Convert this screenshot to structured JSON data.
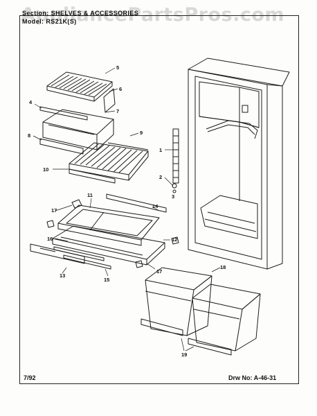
{
  "header": {
    "section_label": "Section:",
    "section_value": "SHELVES & ACCESSORIES",
    "model_label": "Model:",
    "model_value": "RS21K(S)"
  },
  "watermark": "AppliancePartsPros.com",
  "footer": {
    "date": "7/92",
    "drawing_label": "Drw No:",
    "drawing_value": "A-46-31"
  },
  "callouts": [
    "1",
    "2",
    "3",
    "4",
    "5",
    "6",
    "7",
    "8",
    "9",
    "10",
    "11",
    "12",
    "13",
    "14",
    "15",
    "16",
    "17",
    "17",
    "18",
    "19"
  ]
}
